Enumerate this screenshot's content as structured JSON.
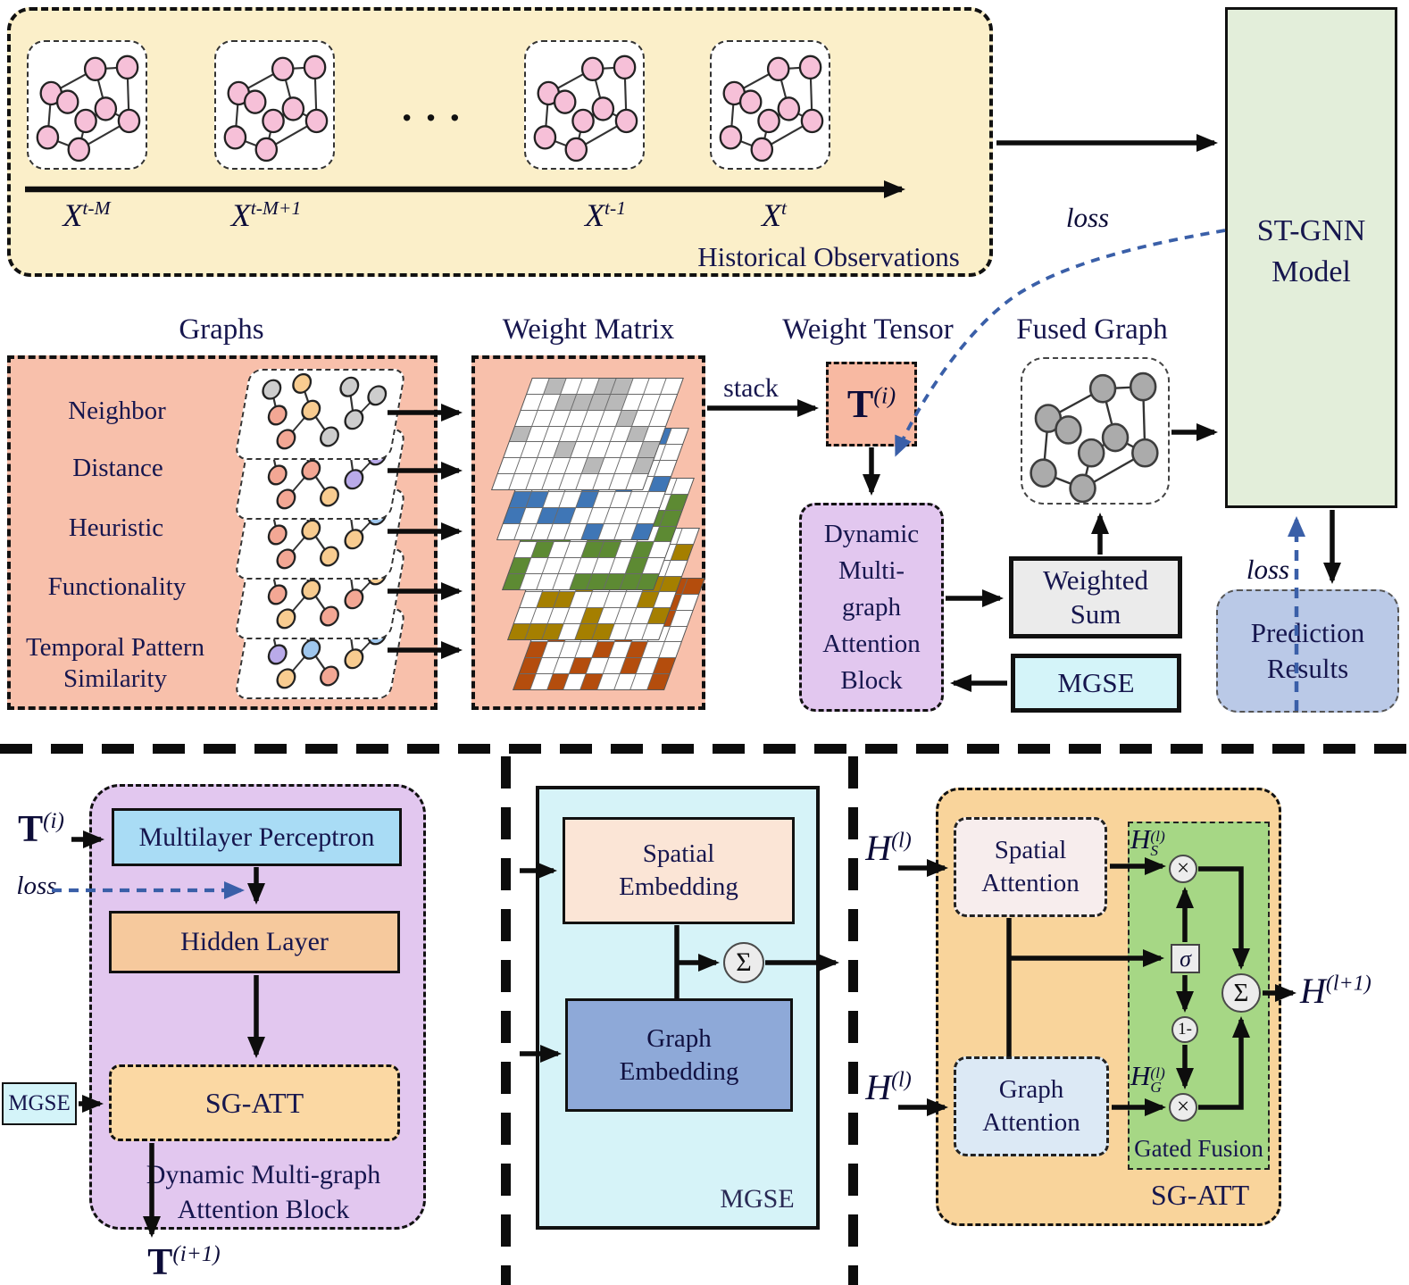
{
  "colors": {
    "historical_bg": "#fbefc9",
    "salmon_bg": "#f8c0ab",
    "tensor_bg": "#f8b9a2",
    "stgnn_bg": "#e3eeda",
    "purple_bg": "#e2c7ef",
    "weighted_sum_bg": "#ebebeb",
    "mgse_bg": "#d4f4f9",
    "prediction_bg": "#bac9e7",
    "mlp_bg": "#a9dcf5",
    "hidden_bg": "#f6c99d",
    "sgatt_bg": "#fbd8a3",
    "mgse_panel_bg": "#d6f3f8",
    "spatial_embed_bg": "#fbe5d6",
    "graph_embed_bg": "#8ea9d8",
    "sgatt_panel_bg": "#f9d49b",
    "spatial_att_bg": "#f7eded",
    "graph_att_bg": "#dce9f5",
    "gated_fusion_bg": "#a6d785",
    "loss_blue": "#3a5fa8",
    "arrow_black": "#0d0d0d",
    "text_dark": "#16164e"
  },
  "top": {
    "historical": {
      "title": "Historical Observations",
      "dots": "· · ·",
      "cards": [
        {
          "base": "X",
          "sup": "t-M"
        },
        {
          "base": "X",
          "sup": "t-M+1"
        },
        {
          "base": "X",
          "sup": "t-1"
        },
        {
          "base": "X",
          "sup": "t"
        }
      ]
    },
    "stgnn": {
      "line1": "ST-GNN",
      "line2": "Model"
    },
    "loss_top": "loss",
    "graphs": {
      "title": "Graphs",
      "items": [
        "Neighbor",
        "Distance",
        "Heuristic",
        "Functionality"
      ],
      "item5_line1": "Temporal Pattern",
      "item5_line2": "Similarity"
    },
    "weight_matrix": {
      "title": "Weight Matrix"
    },
    "stack_label": "stack",
    "weight_tensor": {
      "title": "Weight Tensor",
      "base": "T",
      "sup": "(i)"
    },
    "fused": {
      "title": "Fused Graph"
    },
    "dynamic": {
      "lines": [
        "Dynamic",
        "Multi-",
        "graph",
        "Attention",
        "Block"
      ]
    },
    "weighted_sum": {
      "line1": "Weighted",
      "line2": "Sum"
    },
    "mgse": "MGSE",
    "prediction": {
      "line1": "Prediction",
      "line2": "Results"
    },
    "loss_right": "loss"
  },
  "bottom_left": {
    "t_in": {
      "base": "T",
      "sup": "(i)"
    },
    "mlp": "Multilayer Perceptron",
    "loss": "loss",
    "hidden": "Hidden Layer",
    "mgse": "MGSE",
    "sgatt": "SG-ATT",
    "caption_line1": "Dynamic Multi-graph",
    "caption_line2": "Attention Block",
    "t_out": {
      "base": "T",
      "sup": "(i+1)"
    }
  },
  "bottom_middle": {
    "spatial": {
      "line1": "Spatial",
      "line2": "Embedding"
    },
    "graph": {
      "line1": "Graph",
      "line2": "Embedding"
    },
    "sum": "Σ",
    "label": "MGSE"
  },
  "bottom_right": {
    "h_in": {
      "base": "H",
      "sup": "(l)"
    },
    "spatial": {
      "line1": "Spatial",
      "line2": "Attention"
    },
    "graph": {
      "line1": "Graph",
      "line2": "Attention"
    },
    "hs": {
      "base": "H",
      "sup": "(l)",
      "sub": "S"
    },
    "hg": {
      "base": "H",
      "sup": "(l)",
      "sub": "G"
    },
    "sigma": "σ",
    "one_minus": "1-",
    "times": "×",
    "sum": "Σ",
    "gated_fusion": "Gated Fusion",
    "sgatt": "SG-ATT",
    "h_out": {
      "base": "H",
      "sup": "(l+1)"
    }
  },
  "decor": {
    "hist_node_color": "#f6c0d8",
    "fused_node_color": "#ababab",
    "graph_card_palettes": [
      [
        "#cdcdcd",
        "#f8cc90",
        "#cdcdcd",
        "#cdcdcd",
        "#f3a794",
        "#f8cc90",
        "#cdcdcd",
        "#f3a794",
        "#cdcdcd"
      ],
      [
        "#f8cc90",
        "#f3a794",
        "#f3a794",
        "#b9aae9",
        "#f3a794",
        "#f3a794",
        "#b9aae9",
        "#f3a794",
        "#f8cc90"
      ],
      [
        "#f8cc90",
        "#f3a794",
        "#f8cc90",
        "#9fc7ee",
        "#f3a794",
        "#f8cc90",
        "#f8cc90",
        "#f3a794",
        "#f8cc90"
      ],
      [
        "#f3a794",
        "#f8cc90",
        "#f3a794",
        "#f8cc90",
        "#f3a794",
        "#f8cc90",
        "#f3a794",
        "#f8cc90",
        "#f3a794"
      ],
      [
        "#b9aae9",
        "#f8cc90",
        "#f3a794",
        "#9fc7ee",
        "#b9aae9",
        "#9fc7ee",
        "#f8cc90",
        "#f8cc90",
        "#f3a794"
      ]
    ],
    "matrix_palettes": [
      [
        "#ffffff",
        "#ededed",
        "#d8d8d8",
        "#b9b9b9",
        "#8f8f8f",
        "#4a4a4a"
      ],
      [
        "#ffffff",
        "#dce8f6",
        "#b0ccea",
        "#7fa8d6",
        "#3f76b6",
        "#1d4e79"
      ],
      [
        "#ffffff",
        "#e3efd4",
        "#c5e0a5",
        "#94c066",
        "#5d8a33",
        "#3a5c1e"
      ],
      [
        "#ffffff",
        "#fdf0b4",
        "#fbd95e",
        "#e0b408",
        "#a57f00",
        "#6f5800"
      ],
      [
        "#ffffff",
        "#fcdcc0",
        "#f8b277",
        "#e4761f",
        "#b44d0d",
        "#8a3a06"
      ]
    ]
  }
}
